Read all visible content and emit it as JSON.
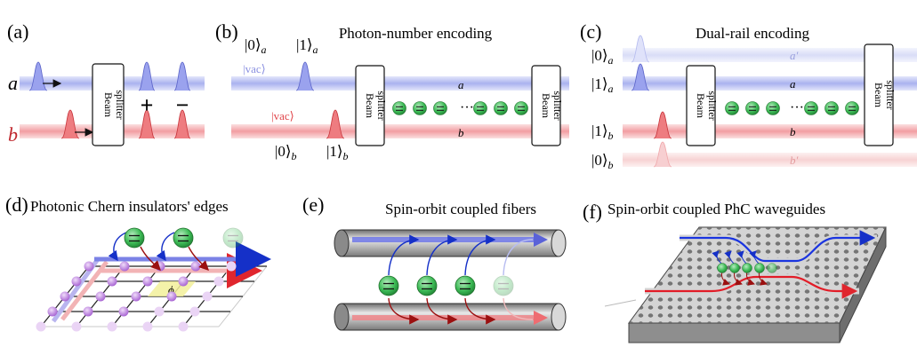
{
  "panels": {
    "a": {
      "tag": "(a)",
      "rail_a": "a",
      "rail_b": "b",
      "splitter": [
        "Beam",
        "splitter"
      ],
      "plus": "+",
      "minus": "−"
    },
    "b": {
      "tag": "(b)",
      "title": "Photon-number encoding",
      "ket0a": "|0⟩",
      "ket1a": "|1⟩",
      "sub_a": "a",
      "vac": "|vac⟩",
      "ket0b": "|0⟩",
      "ket1b": "|1⟩",
      "sub_b": "b",
      "rail_a": "a",
      "rail_b": "b",
      "splitter": [
        "Beam",
        "splitter"
      ],
      "dots": "···"
    },
    "c": {
      "tag": "(c)",
      "title": "Dual-rail encoding",
      "ket0": "|0⟩",
      "ket1": "|1⟩",
      "sub_a": "a",
      "sub_b": "b",
      "rail_a2": "a′",
      "rail_a": "a",
      "rail_b": "b",
      "rail_b2": "b′",
      "splitter": [
        "Beam",
        "splitter"
      ],
      "dots": "···"
    },
    "d": {
      "tag": "(d)",
      "title": "Photonic Chern insulators' edges",
      "phi": "ϕ"
    },
    "e": {
      "tag": "(e)",
      "title": "Spin-orbit coupled fibers"
    },
    "f": {
      "tag": "(f)",
      "title": "Spin-orbit coupled PhC waveguides"
    }
  },
  "colors": {
    "blue_rail": "#b9c0f2",
    "red_rail": "#f4b2b5",
    "blue_pulse": "#8f97ea",
    "red_pulse": "#ea6f73",
    "atom": "#2fae48",
    "node": "#c08ae0"
  }
}
